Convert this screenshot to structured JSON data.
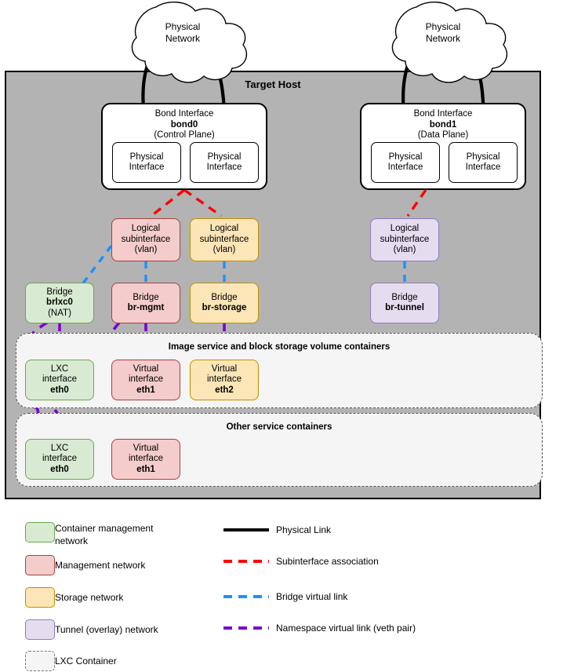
{
  "diagram": {
    "host": {
      "title": "Target Host"
    },
    "clouds": [
      {
        "id": "cloud-left",
        "label_line1": "Physical",
        "label_line2": "Network"
      },
      {
        "id": "cloud-right",
        "label_line1": "Physical",
        "label_line2": "Network"
      }
    ],
    "bonds": [
      {
        "id": "bond0",
        "title": "Bond Interface",
        "name": "bond0",
        "role": "(Control Plane)",
        "members": [
          {
            "line1": "Physical",
            "line2": "Interface"
          },
          {
            "line1": "Physical",
            "line2": "Interface"
          }
        ]
      },
      {
        "id": "bond1",
        "title": "Bond Interface",
        "name": "bond1",
        "role": "(Data Plane)",
        "members": [
          {
            "line1": "Physical",
            "line2": "Interface"
          },
          {
            "line1": "Physical",
            "line2": "Interface"
          }
        ]
      }
    ],
    "subinterfaces": [
      {
        "id": "subif-mgmt",
        "line1": "Logical",
        "line2": "subinterface",
        "line3": "(vlan)",
        "color": "red"
      },
      {
        "id": "subif-storage",
        "line1": "Logical",
        "line2": "subinterface",
        "line3": "(vlan)",
        "color": "yellow"
      },
      {
        "id": "subif-tunnel",
        "line1": "Logical",
        "line2": "subinterface",
        "line3": "(vlan)",
        "color": "purple"
      }
    ],
    "bridges": [
      {
        "id": "bridge-brlxc0",
        "line1": "Bridge",
        "name": "brlxc0",
        "line3": "(NAT)",
        "color": "green"
      },
      {
        "id": "bridge-br-mgmt",
        "line1": "Bridge",
        "name": "br-mgmt",
        "line3": "",
        "color": "red"
      },
      {
        "id": "bridge-br-storage",
        "line1": "Bridge",
        "name": "br-storage",
        "line3": "",
        "color": "yellow"
      },
      {
        "id": "bridge-br-tunnel",
        "line1": "Bridge",
        "name": "br-tunnel",
        "line3": "",
        "color": "purple"
      }
    ],
    "container_groups": [
      {
        "id": "group-image-block",
        "title": "Image service and block storage volume containers",
        "interfaces": [
          {
            "id": "if-a-eth0",
            "line1": "LXC",
            "line2": "interface",
            "name": "eth0",
            "color": "green"
          },
          {
            "id": "if-a-eth1",
            "line1": "Virtual",
            "line2": "interface",
            "name": "eth1",
            "color": "red"
          },
          {
            "id": "if-a-eth2",
            "line1": "Virtual",
            "line2": "interface",
            "name": "eth2",
            "color": "yellow"
          }
        ]
      },
      {
        "id": "group-other",
        "title": "Other service containers",
        "interfaces": [
          {
            "id": "if-b-eth0",
            "line1": "LXC",
            "line2": "interface",
            "name": "eth0",
            "color": "green"
          },
          {
            "id": "if-b-eth1",
            "line1": "Virtual",
            "line2": "interface",
            "name": "eth1",
            "color": "red"
          }
        ]
      }
    ]
  },
  "legend": {
    "swatches": [
      {
        "id": "legend-container-mgmt",
        "label": "Container management\nnetwork",
        "fill": "#d9ead3",
        "stroke": "#6aa84f",
        "style": "solid"
      },
      {
        "id": "legend-management",
        "label": "Management network",
        "fill": "#f4cccc",
        "stroke": "#a64141",
        "style": "solid"
      },
      {
        "id": "legend-storage",
        "label": "Storage network",
        "fill": "#fce5b6",
        "stroke": "#bf9000",
        "style": "solid"
      },
      {
        "id": "legend-tunnel",
        "label": "Tunnel (overlay) network",
        "fill": "#e6dcf0",
        "stroke": "#8e7cc3",
        "style": "solid"
      },
      {
        "id": "legend-lxc-container",
        "label": "LXC Container",
        "fill": "#f5f5f5",
        "stroke": "#777777",
        "style": "dashed"
      }
    ],
    "lines": [
      {
        "id": "legend-physical-link",
        "label": "Physical Link",
        "color": "#000000",
        "style": "solid"
      },
      {
        "id": "legend-subinterface-association",
        "label": "Subinterface association",
        "color": "#ff0000",
        "style": "dashed"
      },
      {
        "id": "legend-bridge-virtual-link",
        "label": "Bridge virtual link",
        "color": "#1e90ff",
        "style": "dashed"
      },
      {
        "id": "legend-namespace-virtual-link",
        "label": "Namespace virtual link (veth pair)",
        "color": "#7b00cc",
        "style": "dashed"
      }
    ]
  },
  "colors": {
    "host_fill": "#b3b3b3",
    "green_fill": "#d9ead3",
    "green_stroke": "#6aa84f",
    "red_fill": "#f4cccc",
    "red_stroke": "#a64141",
    "yellow_fill": "#fce5b6",
    "yellow_stroke": "#bf9000",
    "purple_fill": "#e6dcf0",
    "purple_stroke": "#8e7cc3",
    "link_physical": "#000000",
    "link_subinterface": "#ff0000",
    "link_bridge": "#1e90ff",
    "link_namespace": "#7b00cc"
  }
}
